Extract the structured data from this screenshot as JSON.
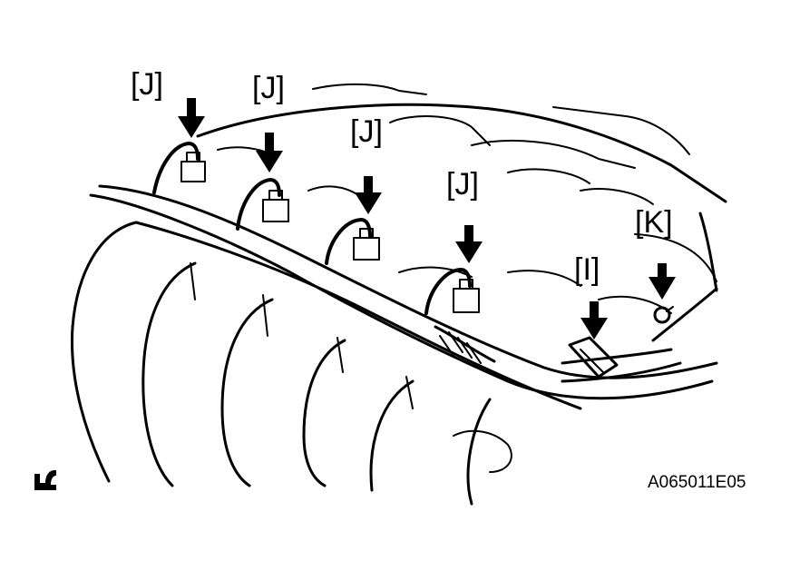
{
  "labels": {
    "j1": "[J]",
    "j2": "[J]",
    "j3": "[J]",
    "j4": "[J]",
    "i": "[I]",
    "k": "[K]"
  },
  "figure_code": "A065011E05",
  "icons": {
    "corner": "reuse-symbol-icon",
    "arrow": "down-arrow-icon"
  }
}
